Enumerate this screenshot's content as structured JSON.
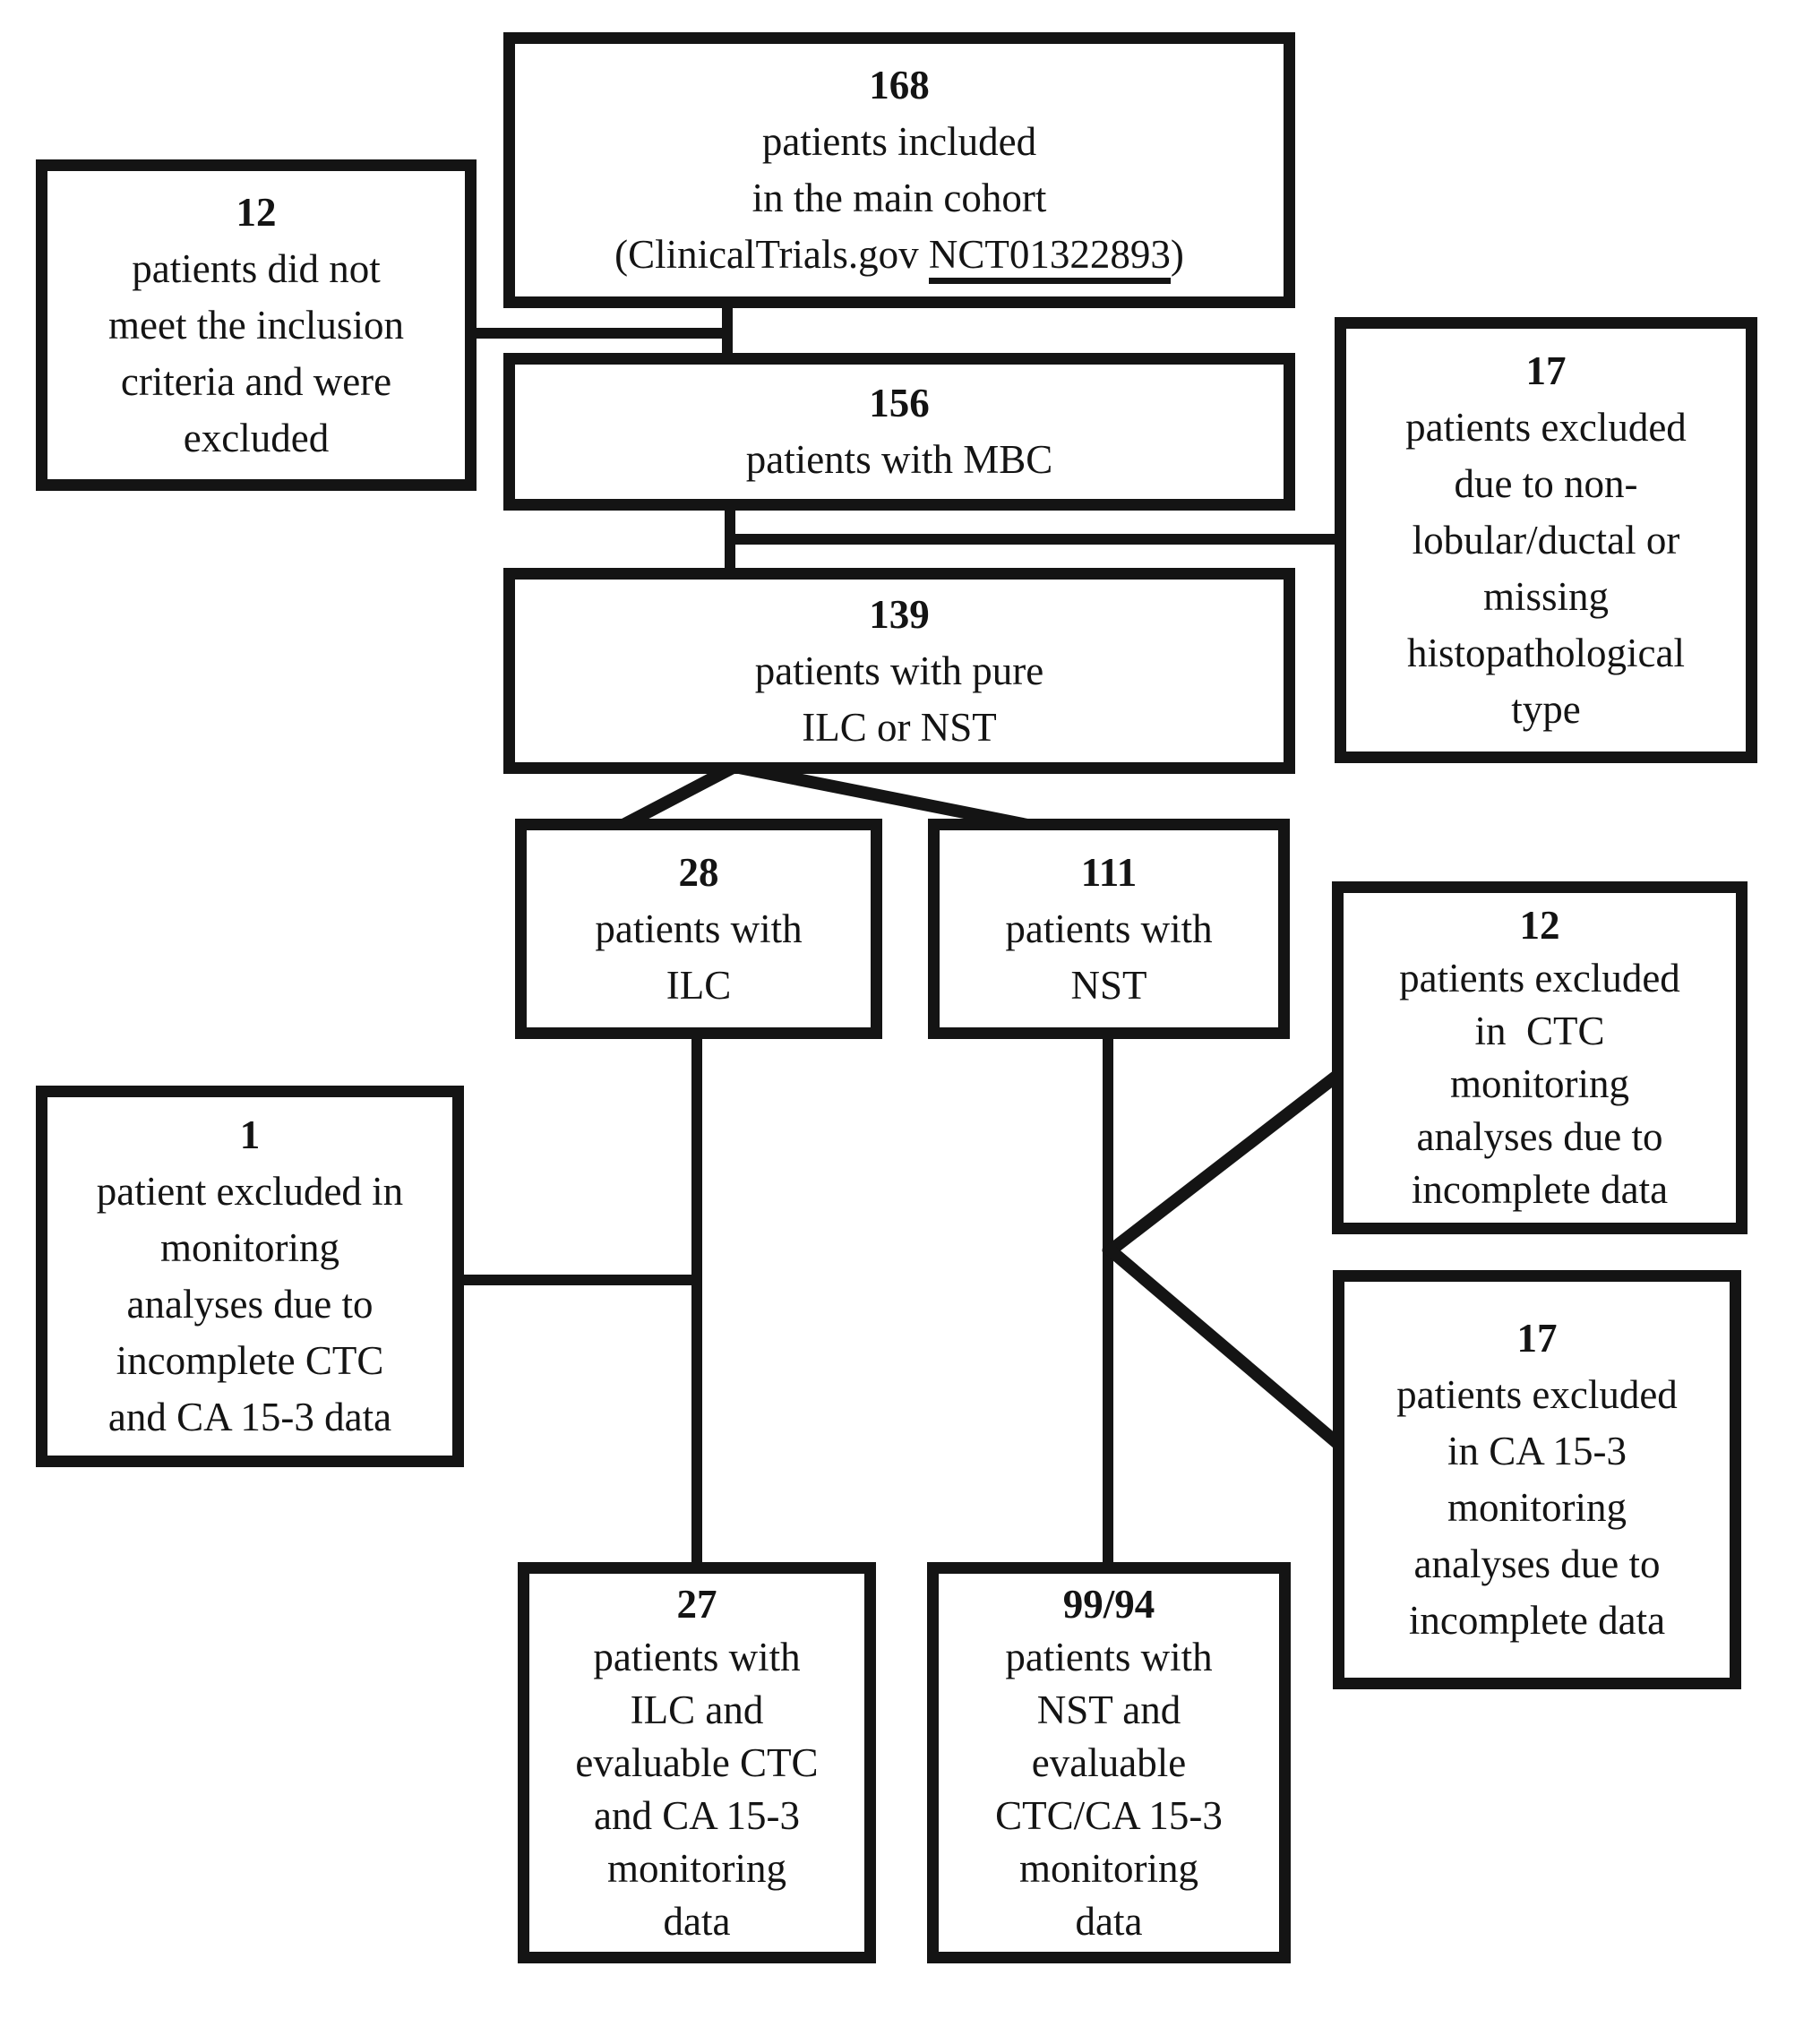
{
  "colors": {
    "line": "#141414",
    "background": "#ffffff",
    "text": "#141414"
  },
  "boxes": [
    {
      "number": "168",
      "lines": [
        "patients included",
        "in the main cohort"
      ],
      "registry_prefix": "(ClinicalTrials.gov ",
      "registry_id": "NCT01322893",
      "registry_suffix": ")"
    },
    {
      "number": "12",
      "lines": [
        "patients did not",
        "meet the inclusion",
        "criteria and were",
        "excluded"
      ]
    },
    {
      "number": "156",
      "lines": [
        "patients with MBC"
      ]
    },
    {
      "number": "17",
      "lines": [
        "patients excluded",
        "due to non-",
        "lobular/ductal or",
        "missing",
        "histopathological",
        "type"
      ]
    },
    {
      "number": "139",
      "lines": [
        "patients with pure",
        "ILC or NST"
      ]
    },
    {
      "number": "28",
      "lines": [
        "patients with",
        "ILC"
      ]
    },
    {
      "number": "111",
      "lines": [
        "patients with",
        "NST"
      ]
    },
    {
      "number": "12",
      "lines": [
        "patients excluded",
        "in  CTC",
        "monitoring",
        "analyses due to",
        "incomplete data"
      ]
    },
    {
      "number": "1",
      "lines": [
        "patient excluded in",
        "monitoring",
        "analyses due to",
        "incomplete CTC",
        "and CA 15-3 data"
      ]
    },
    {
      "number": "17",
      "lines": [
        "patients excluded",
        "in CA 15-3",
        "monitoring",
        "analyses due to",
        "incomplete data"
      ]
    },
    {
      "number": "27",
      "lines": [
        "patients with",
        "ILC and",
        "evaluable CTC",
        "and CA 15-3",
        "monitoring",
        "data"
      ]
    },
    {
      "number": "99/94",
      "lines": [
        "patients with",
        "NST and",
        "evaluable",
        "CTC/CA 15-3",
        "monitoring",
        "data"
      ]
    }
  ]
}
